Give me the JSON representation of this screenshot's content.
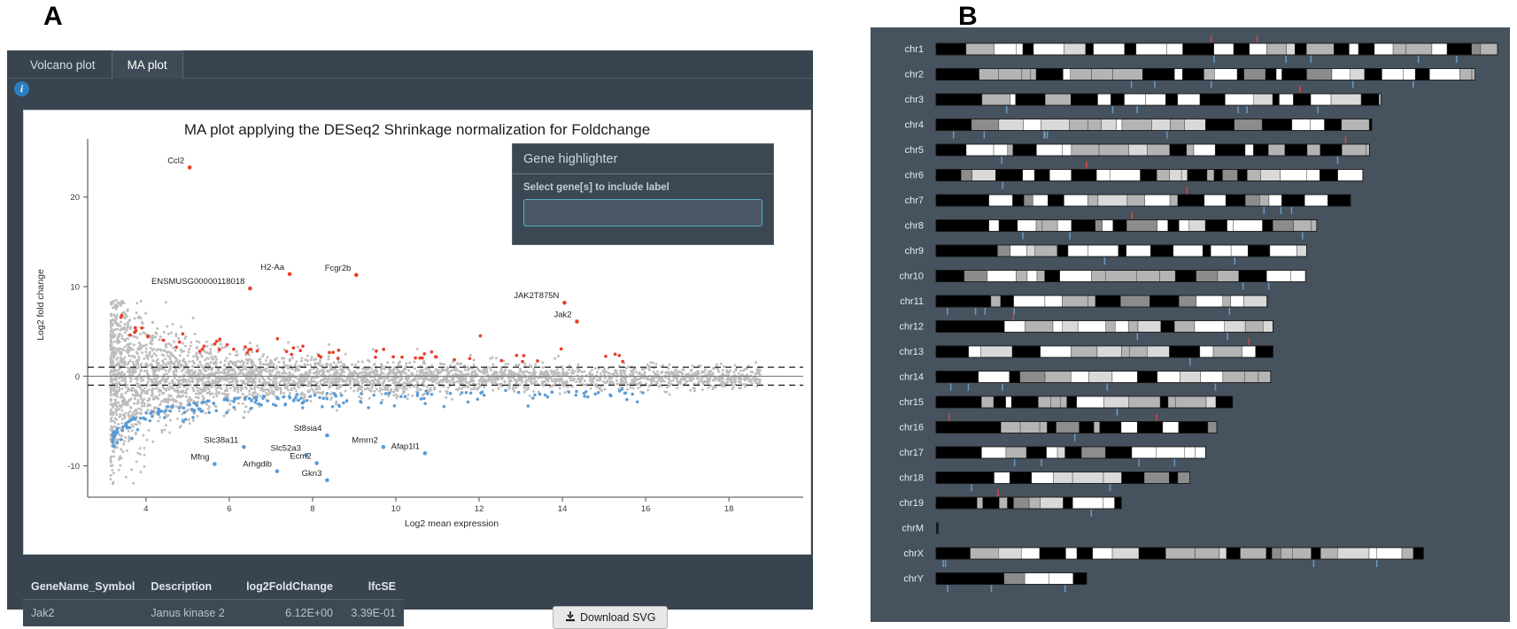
{
  "figure": {
    "panel_a_letter": "A",
    "panel_b_letter": "B"
  },
  "app": {
    "tabs": [
      {
        "label": "Volcano plot",
        "active": false
      },
      {
        "label": "MA plot",
        "active": true
      }
    ],
    "info_icon": "info-icon",
    "info_glyph": "i"
  },
  "plot": {
    "title": "MA plot applying the DESeq2 Shrinkage normalization for Foldchange",
    "download_label": "Download SVG",
    "download_icon": "download-icon"
  },
  "gene_highlighter": {
    "header": "Gene highlighter",
    "field_label": "Select gene[s] to include label",
    "input_value": "",
    "input_placeholder": ""
  },
  "table": {
    "columns": [
      "GeneName_Symbol",
      "Description",
      "log2FoldChange",
      "lfcSE"
    ],
    "rows": [
      {
        "GeneName_Symbol": "Jak2",
        "Description": "Janus kinase 2",
        "log2FoldChange": "6.12E+00",
        "lfcSE": "3.39E-01"
      }
    ]
  },
  "chart_data": {
    "type": "scatter",
    "title": "MA plot applying the DESeq2 Shrinkage normalization for Foldchange",
    "xlabel": "Log2 mean expression",
    "ylabel": "Log2 fold change",
    "xlim": [
      2.6,
      19.4
    ],
    "ylim": [
      -13.5,
      25.5
    ],
    "xticks": [
      4,
      6,
      8,
      10,
      12,
      14,
      16,
      18
    ],
    "yticks": [
      -10,
      0,
      10,
      20
    ],
    "grid": false,
    "hlines": [
      {
        "y": 0,
        "style": "solid",
        "color": "#7a7a7a"
      },
      {
        "y": 1,
        "style": "dashed",
        "color": "#1a1a1a"
      },
      {
        "y": -1,
        "style": "dashed",
        "color": "#1a1a1a"
      }
    ],
    "colors": {
      "up": "#e8402a",
      "down": "#5b9bd5",
      "ns": "#bdbdbd"
    },
    "legend_position": "none",
    "labeled_points": [
      {
        "gene": "Ccl2",
        "x": 5.05,
        "y": 23.3,
        "group": "up"
      },
      {
        "gene": "H2-Aa",
        "x": 7.45,
        "y": 11.4,
        "group": "up"
      },
      {
        "gene": "Fcgr2b",
        "x": 9.05,
        "y": 11.3,
        "group": "up"
      },
      {
        "gene": "ENSMUSG00000118018",
        "x": 6.5,
        "y": 9.8,
        "group": "up"
      },
      {
        "gene": "JAK2T875N",
        "x": 14.05,
        "y": 8.2,
        "group": "up"
      },
      {
        "gene": "Jak2",
        "x": 14.35,
        "y": 6.1,
        "group": "up"
      },
      {
        "gene": "St8sia4",
        "x": 8.35,
        "y": -6.6,
        "group": "down"
      },
      {
        "gene": "Slc38a11",
        "x": 6.35,
        "y": -7.9,
        "group": "down"
      },
      {
        "gene": "Mmrn2",
        "x": 9.7,
        "y": -7.9,
        "group": "down"
      },
      {
        "gene": "Slc52a3",
        "x": 7.85,
        "y": -8.8,
        "group": "down"
      },
      {
        "gene": "Afap1l1",
        "x": 10.7,
        "y": -8.6,
        "group": "down"
      },
      {
        "gene": "Mfng",
        "x": 5.65,
        "y": -9.8,
        "group": "down"
      },
      {
        "gene": "Ecm2",
        "x": 8.1,
        "y": -9.7,
        "group": "down"
      },
      {
        "gene": "Arhgdib",
        "x": 7.15,
        "y": -10.6,
        "group": "down"
      },
      {
        "gene": "Gkn3",
        "x": 8.35,
        "y": -11.6,
        "group": "down"
      }
    ],
    "counts": {
      "not_significant": 3800,
      "upregulated": 64,
      "downregulated": 210
    }
  },
  "ideogram": {
    "chromosomes": [
      {
        "name": "chr1",
        "length": 1.0
      },
      {
        "name": "chr2",
        "length": 0.96
      },
      {
        "name": "chr3",
        "length": 0.792
      },
      {
        "name": "chr4",
        "length": 0.776
      },
      {
        "name": "chr5",
        "length": 0.772
      },
      {
        "name": "chr6",
        "length": 0.76
      },
      {
        "name": "chr7",
        "length": 0.738
      },
      {
        "name": "chr8",
        "length": 0.678
      },
      {
        "name": "chr9",
        "length": 0.66
      },
      {
        "name": "chr10",
        "length": 0.658
      },
      {
        "name": "chr11",
        "length": 0.59
      },
      {
        "name": "chr12",
        "length": 0.6
      },
      {
        "name": "chr13",
        "length": 0.6
      },
      {
        "name": "chr14",
        "length": 0.596
      },
      {
        "name": "chr15",
        "length": 0.528
      },
      {
        "name": "chr16",
        "length": 0.5
      },
      {
        "name": "chr17",
        "length": 0.48
      },
      {
        "name": "chr18",
        "length": 0.452
      },
      {
        "name": "chr19",
        "length": 0.33
      },
      {
        "name": "chrM",
        "length": 0.004
      },
      {
        "name": "chrX",
        "length": 0.868
      },
      {
        "name": "chrY",
        "length": 0.268
      }
    ],
    "marker_colors": {
      "down": "#6a9cc4",
      "up": "#d24c3c"
    },
    "band_colors": {
      "gneg": "#ffffff",
      "gpos100": "#000000",
      "gpos75": "#8c8c8c",
      "gpos50": "#b4b4b4",
      "gpos25": "#d9d9d9"
    }
  }
}
